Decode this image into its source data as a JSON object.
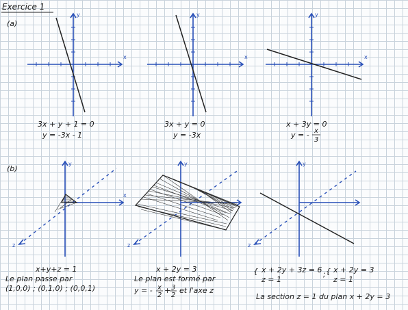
{
  "title": "Exercice 1",
  "parts": {
    "a": "(a)",
    "b": "(b)"
  },
  "axes": {
    "x": "x",
    "y": "y",
    "z": "z"
  },
  "row_a": [
    {
      "line1": "3x + y + 1 = 0",
      "line2": "y = -3x - 1"
    },
    {
      "line1": "3x + y = 0",
      "line2": "y = -3x"
    },
    {
      "line1": "x + 3y = 0",
      "line2": "y = -",
      "frac_num": "x",
      "frac_den": "3"
    }
  ],
  "row_b": [
    {
      "eq": "x+y+z = 1",
      "text1": "Le plan passe par",
      "text2": "(1,0,0) ; (0,1,0) ; (0,0,1)"
    },
    {
      "eq": "x + 2y = 3",
      "text1": "Le plan est formé par",
      "text2": "y = -",
      "frac1_num": "x",
      "frac1_den": "2",
      "plus": "+",
      "frac2_num": "3",
      "frac2_den": "2",
      "text3": "et l'axe z"
    },
    {
      "sys1_line1": "x + 2y + 3z = 6",
      "sys1_line2": "z = 1",
      "sep": ";",
      "sys2_line1": "x + 2y = 3",
      "sys2_line2": "z = 1",
      "caption": "La section z = 1 du plan x + 2y = 3"
    }
  ]
}
